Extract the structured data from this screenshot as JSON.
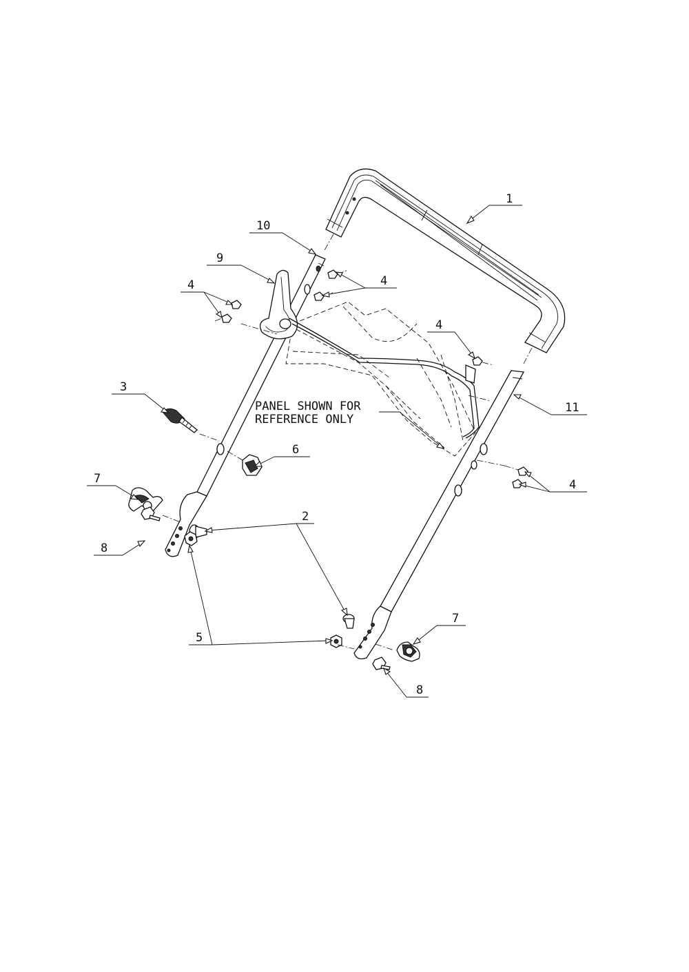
{
  "callouts": {
    "c1": "1",
    "c2": "2",
    "c3": "3",
    "c4a": "4",
    "c4b": "4",
    "c4c": "4",
    "c4d": "4",
    "c5": "5",
    "c6": "6",
    "c7a": "7",
    "c7b": "7",
    "c8a": "8",
    "c8b": "8",
    "c9": "9",
    "c10": "10",
    "c11": "11"
  },
  "note": {
    "line1": "PANEL SHOWN FOR",
    "line2": "REFERENCE ONLY"
  }
}
